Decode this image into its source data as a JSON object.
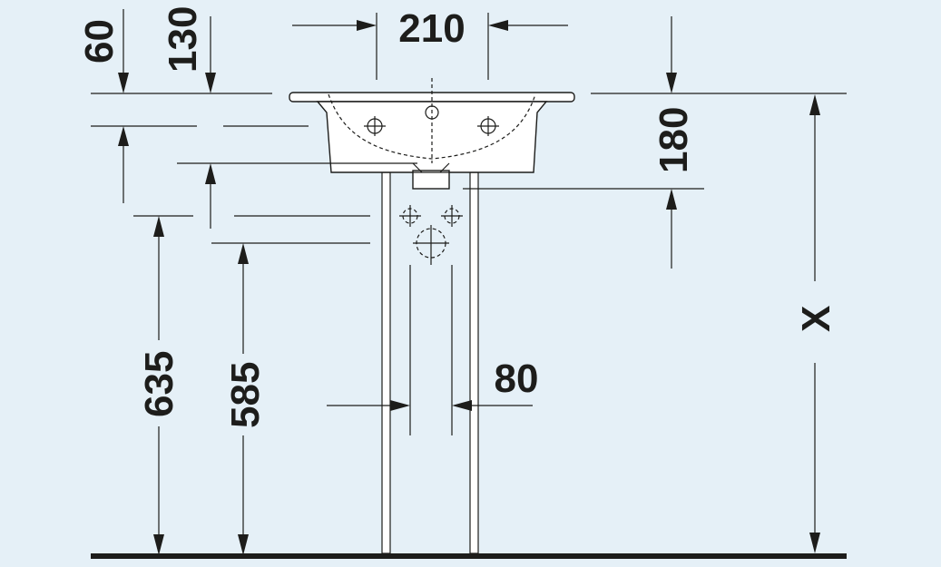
{
  "dimensions": {
    "d60": "60",
    "d130": "130",
    "d210": "210",
    "d180": "180",
    "d635": "635",
    "d585": "585",
    "d80": "80",
    "dx": "X"
  },
  "colors": {
    "background": "#e5f0f7",
    "ink": "#1d1d1b",
    "fixture": "#ffffff"
  }
}
